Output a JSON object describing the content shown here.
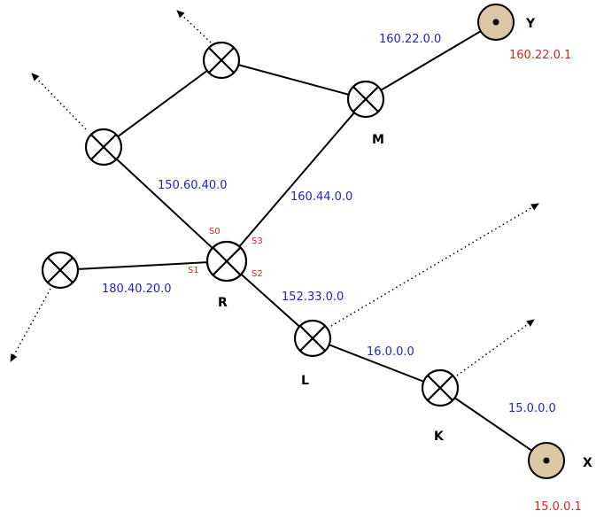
{
  "colors": {
    "network_label": "#2222cc",
    "ip_label": "#dd2222",
    "port_label": "#dd2222",
    "router_R_fill": "#9fd6d0",
    "host_fill": "#dcc7a4"
  },
  "nodes": {
    "R": {
      "label": "R"
    },
    "M": {
      "label": "M"
    },
    "L": {
      "label": "L"
    },
    "K": {
      "label": "K"
    },
    "Y": {
      "label": "Y",
      "ip": "160.22.0.1"
    },
    "X": {
      "label": "X",
      "ip": "15.0.0.1"
    }
  },
  "ports": {
    "s0": "S0",
    "s1": "S1",
    "s2": "S2",
    "s3": "S3"
  },
  "networks": {
    "n_160_22": "160.22.0.0",
    "n_150_60": "150.60.40.0",
    "n_160_44": "160.44.0.0",
    "n_180_40": "180.40.20.0",
    "n_152_33": "152.33.0.0",
    "n_16": "16.0.0.0",
    "n_15": "15.0.0.0"
  }
}
